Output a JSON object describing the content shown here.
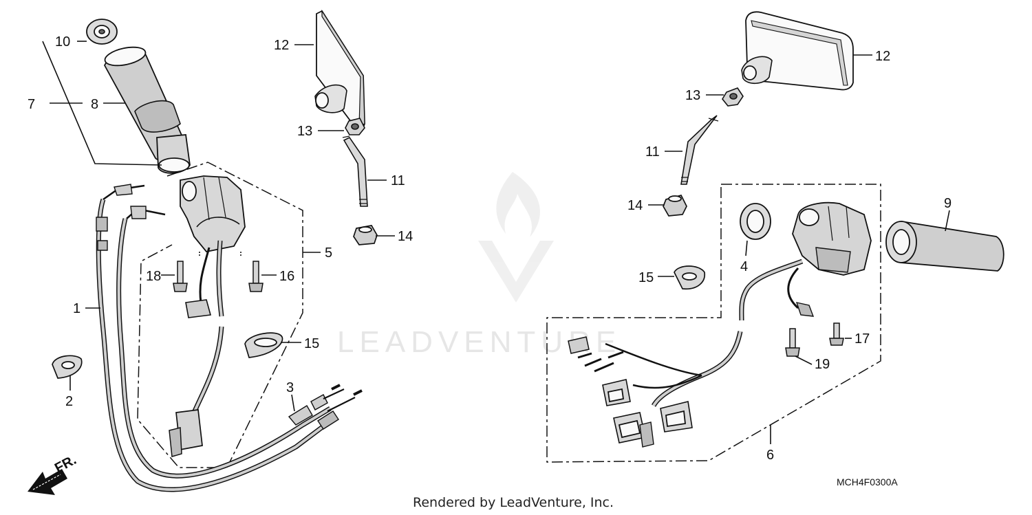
{
  "diagram": {
    "callouts": [
      "1",
      "2",
      "3",
      "4",
      "5",
      "6",
      "7",
      "8",
      "9",
      "10",
      "11",
      "12",
      "13",
      "14",
      "15",
      "16",
      "17",
      "18",
      "19"
    ],
    "left_labels": {
      "c10": "10",
      "c7": "7",
      "c8": "8",
      "c12": "12",
      "c13": "13",
      "c11": "11",
      "c14": "14",
      "c5": "5",
      "c18": "18",
      "c16": "16",
      "c1": "1",
      "c15": "15",
      "c2": "2",
      "c3": "3"
    },
    "right_labels": {
      "c12": "12",
      "c13": "13",
      "c11": "11",
      "c14": "14",
      "c9": "9",
      "c4": "4",
      "c15": "15",
      "c17": "17",
      "c19": "19",
      "c6": "6"
    },
    "front_marker": "FR.",
    "part_code": "MCH4F0300A",
    "footer": "Rendered by LeadVenture, Inc.",
    "watermark": "LEADVENTURE"
  }
}
